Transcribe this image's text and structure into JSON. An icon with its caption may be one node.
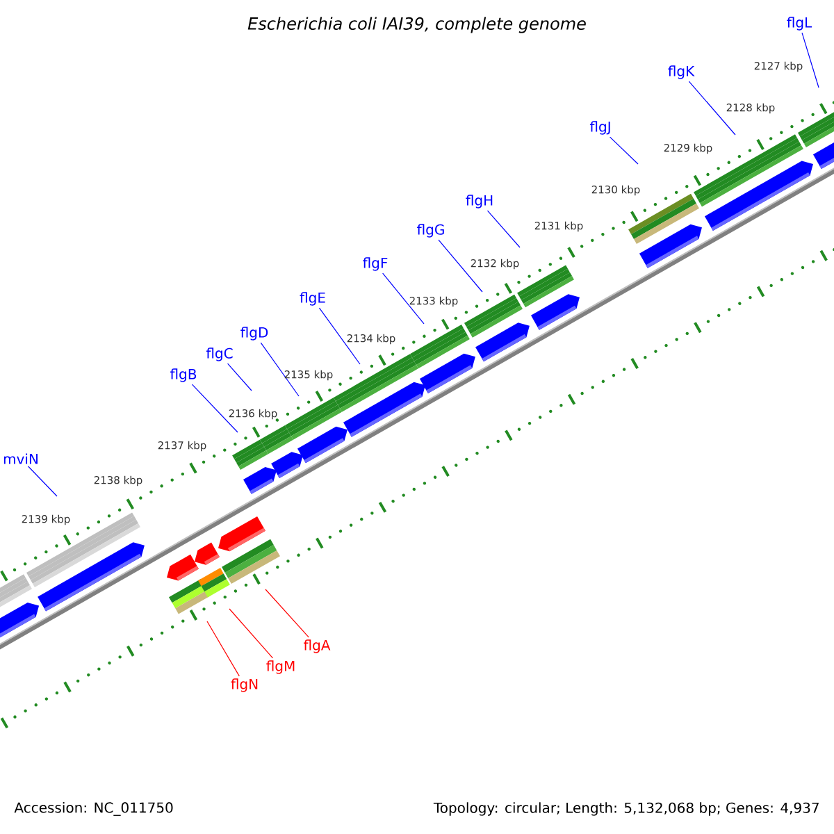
{
  "diagram": {
    "title": "Escherichia coli IAI39, complete genome",
    "nodes": [
      {
        "text": [
          "flgL"
        ]
      },
      {
        "text": [
          "flgK"
        ]
      },
      {
        "text": [
          "flgJ"
        ]
      },
      {
        "text": [
          "flgH"
        ]
      },
      {
        "text": [
          "flgG"
        ]
      },
      {
        "text": [
          "flgF"
        ]
      },
      {
        "text": [
          "flgE"
        ]
      },
      {
        "text": [
          "flgD"
        ]
      },
      {
        "text": [
          "flgC"
        ]
      },
      {
        "text": [
          "flgB"
        ]
      },
      {
        "text": [
          "mviN"
        ]
      },
      {
        "text": [
          "flgA"
        ]
      },
      {
        "text": [
          "flgM"
        ]
      },
      {
        "text": [
          "flgN"
        ]
      }
    ],
    "edges": [
      {
        "from": 0,
        "to": null,
        "arrow": "none"
      },
      {
        "from": 1,
        "to": null,
        "arrow": "none"
      },
      {
        "from": 2,
        "to": null,
        "arrow": "none"
      },
      {
        "from": 3,
        "to": null,
        "arrow": "none"
      },
      {
        "from": 4,
        "to": null,
        "arrow": "none"
      },
      {
        "from": 5,
        "to": null,
        "arrow": "none"
      },
      {
        "from": 6,
        "to": null,
        "arrow": "none"
      },
      {
        "from": 7,
        "to": null,
        "arrow": "none"
      },
      {
        "from": 8,
        "to": null,
        "arrow": "none"
      },
      {
        "from": 9,
        "to": null,
        "arrow": "none"
      },
      {
        "from": 10,
        "to": null,
        "arrow": "none"
      },
      {
        "from": 11,
        "to": null,
        "arrow": "none",
        "color": "#ff0000"
      },
      {
        "from": 12,
        "to": null,
        "arrow": "none",
        "color": "#ff0000"
      },
      {
        "from": 13,
        "to": null,
        "arrow": "none",
        "color": "#ff0000"
      }
    ],
    "labels": [
      "2127 kbp",
      "2128 kbp",
      "2129 kbp",
      "2130 kbp",
      "2131 kbp",
      "2132 kbp",
      "2133 kbp",
      "2134 kbp",
      "2135 kbp",
      "2136 kbp",
      "2137 kbp",
      "2138 kbp",
      "2139 kbp",
      "Accession: NC_011750",
      "Topology: circular; Length: 5,132,068 bp; Genes: 4,937"
    ]
  }
}
